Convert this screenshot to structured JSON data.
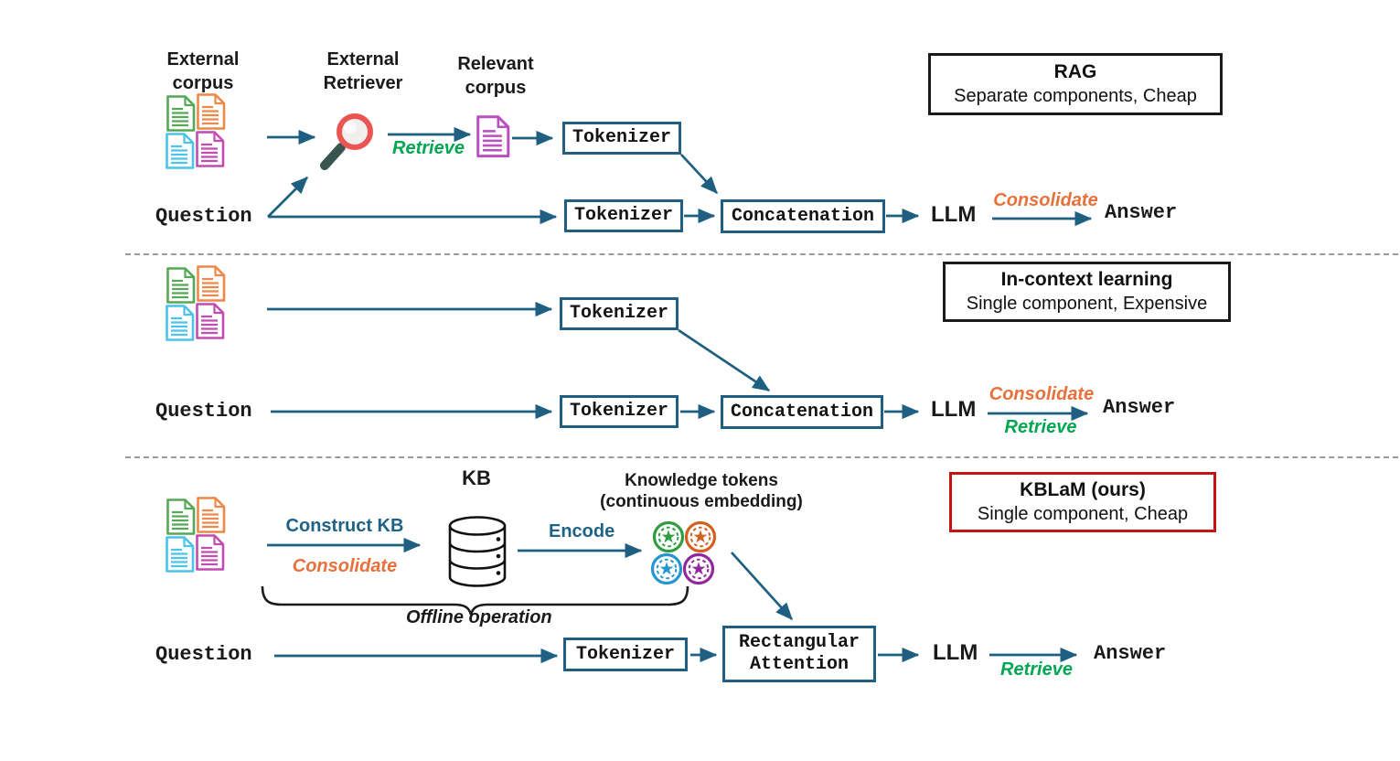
{
  "diagram": {
    "labels": {
      "question": "Question",
      "answer": "Answer",
      "tokenizer": "Tokenizer",
      "concatenation": "Concatenation",
      "llm": "LLM",
      "retrieve": "Retrieve",
      "consolidate": "Consolidate"
    },
    "rag": {
      "external_corpus": "External\ncorpus",
      "external_retriever": "External\nRetriever",
      "relevant_corpus": "Relevant\ncorpus",
      "title": "RAG",
      "subtitle": "Separate components, Cheap"
    },
    "icl": {
      "title": "In-context learning",
      "subtitle": "Single component, Expensive"
    },
    "kblam": {
      "title": "KBLaM (ours)",
      "subtitle": "Single component, Cheap",
      "construct_kb": "Construct KB",
      "kb": "KB",
      "encode": "Encode",
      "knowledge_tokens": "Knowledge tokens\n(continuous embedding)",
      "offline_operation": "Offline operation",
      "rectangular_attention": "Rectangular\nAttention"
    },
    "colors": {
      "flow_arrow_teal": "#1e5f82",
      "retrieve_green": "#00a651",
      "consolidate_orange": "#e8703a",
      "construct_label_teal": "#1e6286",
      "caption_border_black": "#1a1a1a",
      "kblam_border_red": "#c41414",
      "doc_green": "#55a855",
      "doc_orange": "#ee8849",
      "doc_blue": "#4cc3ea",
      "doc_magenta": "#c24cb0",
      "relevant_doc_purple": "#bb4fc0",
      "magnifier_ring_red": "#ea5451",
      "magnifier_handle": "#3a5450",
      "token_green": "#2f9e41",
      "token_orange": "#d2601f",
      "token_blue": "#2596ce",
      "token_purple": "#93279e"
    }
  }
}
